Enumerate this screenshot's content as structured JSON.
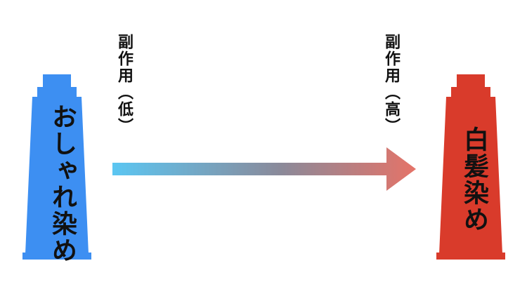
{
  "left_tube": {
    "label": "おしゃれ染め",
    "color": "#3d8ff2"
  },
  "right_tube": {
    "label": "白髪染め",
    "color": "#d93b2b"
  },
  "arrow": {
    "start_color": "#5bc6f2",
    "end_color": "#e57368"
  },
  "side_effect_low": "副作用（低）",
  "side_effect_high": "副作用（高）"
}
